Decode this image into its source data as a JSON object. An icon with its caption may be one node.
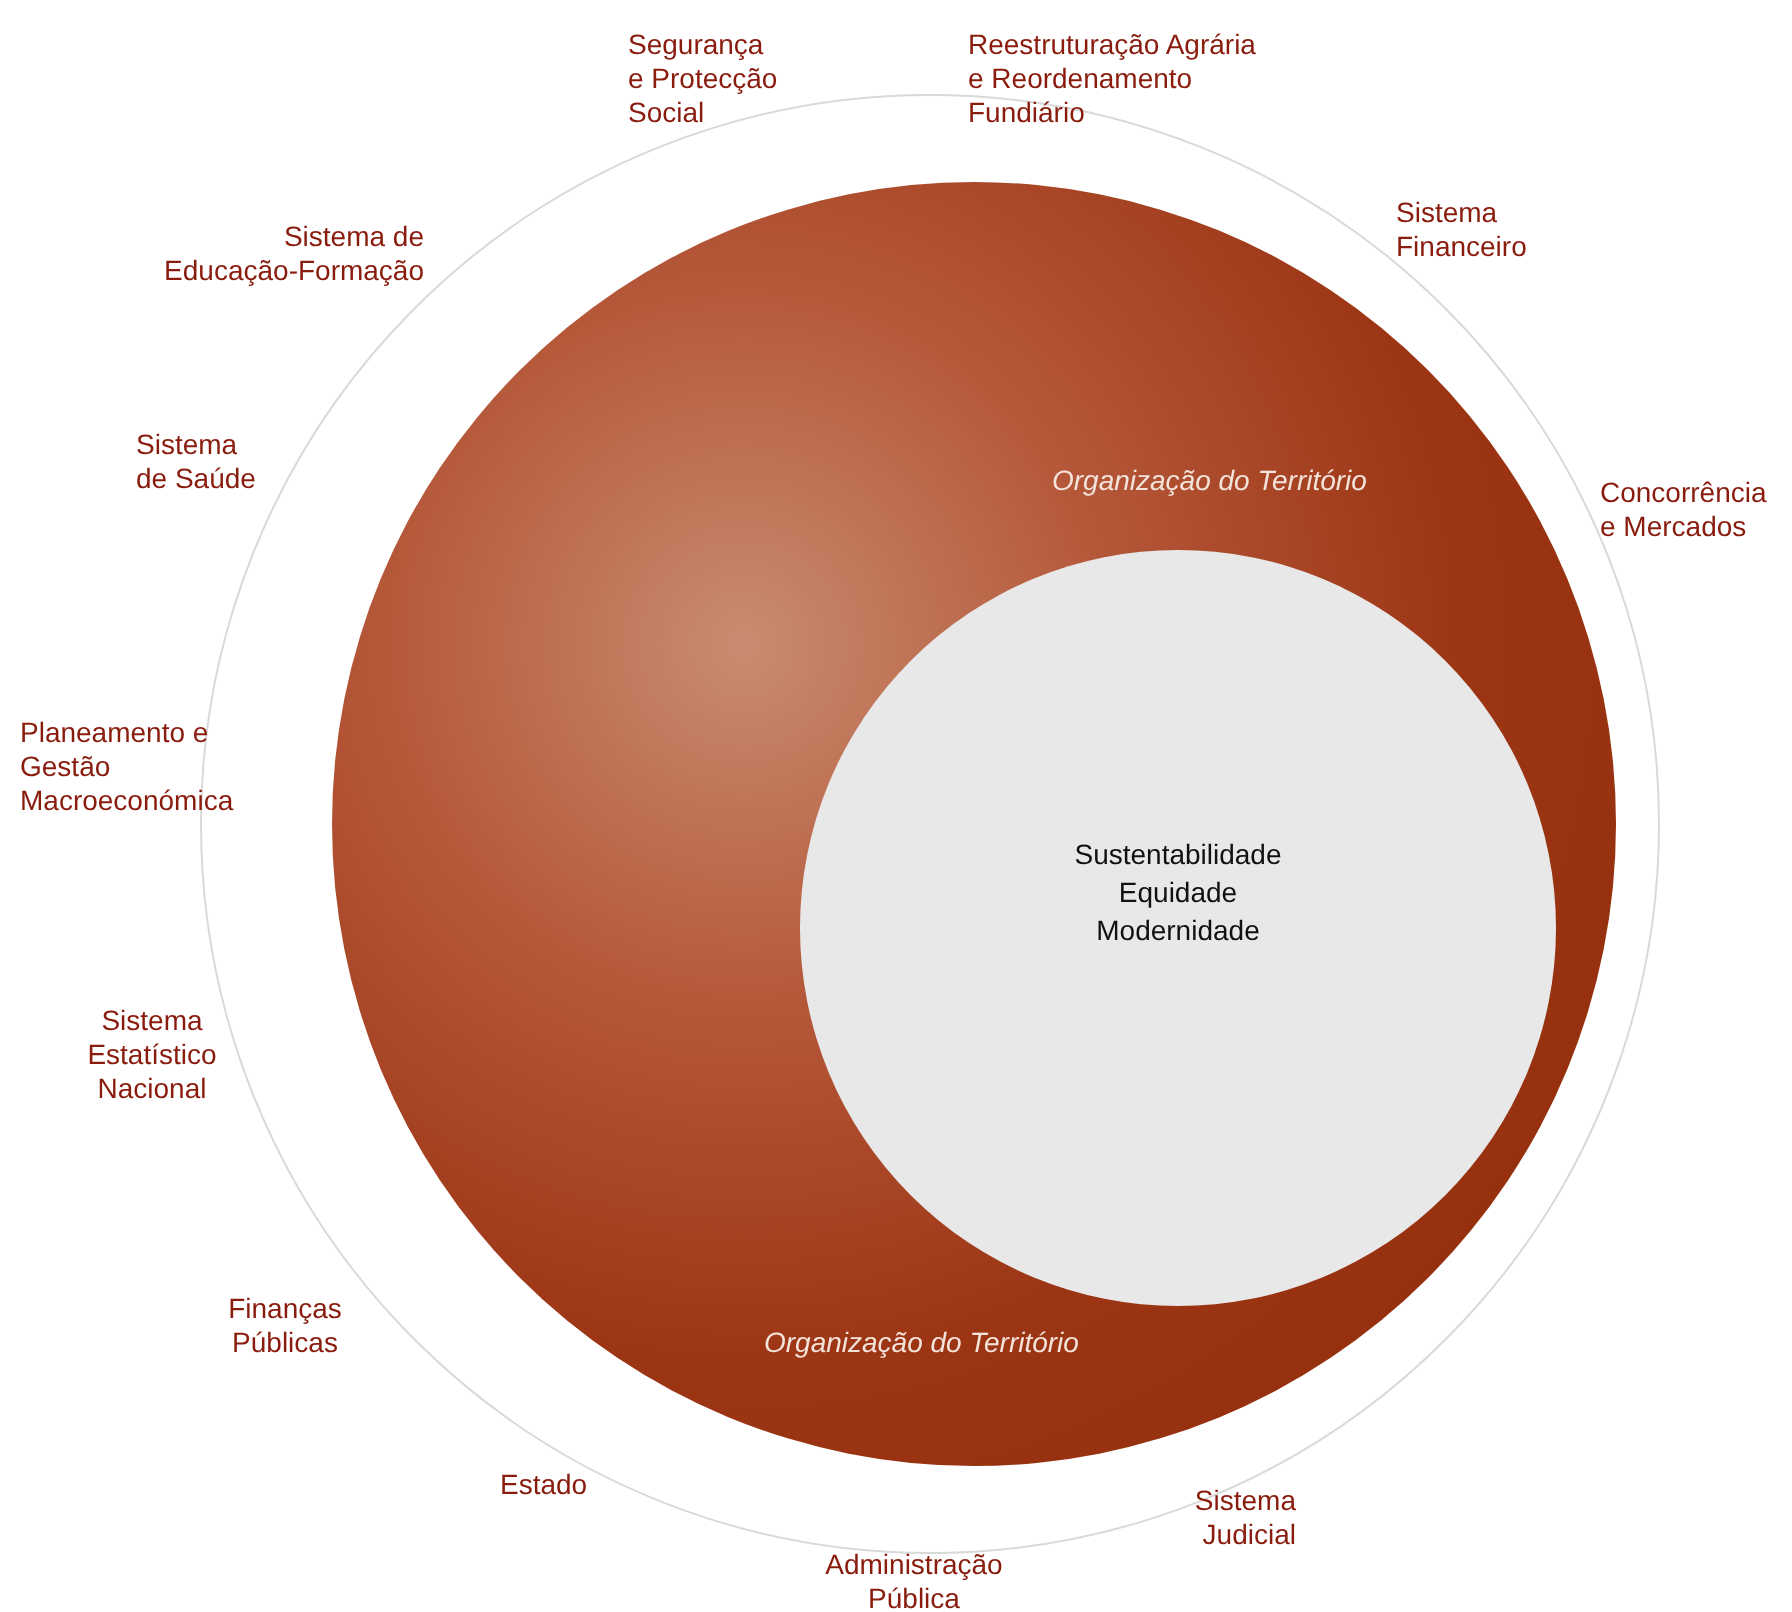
{
  "diagram": {
    "nodes": [
      {
        "text": [],
        "shape": "circle"
      },
      {
        "text": [
          "Organização do Território",
          "Organização do Território"
        ],
        "in": 0
      },
      {
        "text": [
          "Sustentabilidade Equidade Modernidade"
        ],
        "in": 1
      }
    ],
    "labels": [
      "Segurança e Protecção Social",
      "Reestruturação Agrária e Reordenamento Fundiário",
      "Sistema Financeiro",
      "Concorrência e Mercados",
      "Sistema Judicial",
      "Administração Pública",
      "Estado",
      "Finanças Públicas",
      "Sistema Estatístico Nacional",
      "Planeamento e Gestão Macroeconómica",
      "Sistema de Saúde",
      "Sistema de Educação-Formação"
    ]
  }
}
